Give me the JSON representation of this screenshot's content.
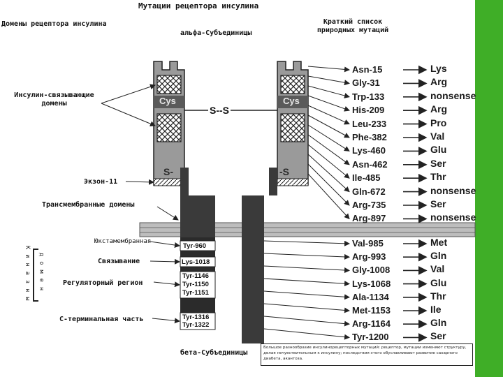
{
  "title": "Мутации рецептора инсулина",
  "labels": {
    "domains": "Домены рецептора инсулина",
    "alpha": "альфа-Субъединицы",
    "short_list": "Краткий список природных мутаций",
    "binding_domains": "Инсулин-связывающие домены",
    "exon11": "Экзон-11",
    "transmembrane": "Трансмембранные домены",
    "juxtamembrane": "Юкстамембранная",
    "binding": "Связывание",
    "regulatory": "Регуляторный регион",
    "c_terminal": "С-терминальная часть",
    "beta": "бета-Субъединицы",
    "kinase_left": "К и н а з н ы",
    "kinase_right": "д о м е н",
    "cys": "Cys",
    "ss_bridge": "S--S",
    "s_left": "S-",
    "s_right": "-S"
  },
  "beta_residues": [
    "Tyr-960",
    "Lys-1018",
    "Tyr-1146",
    "Tyr-1150",
    "Tyr-1151",
    "Tyr-1316",
    "Tyr-1322"
  ],
  "mutations_alpha": [
    {
      "site": "Asn-15",
      "result": "Lys"
    },
    {
      "site": "Gly-31",
      "result": "Arg"
    },
    {
      "site": "Trp-133",
      "result": "nonsense"
    },
    {
      "site": "His-209",
      "result": "Arg"
    },
    {
      "site": "Leu-233",
      "result": "Pro"
    },
    {
      "site": "Phe-382",
      "result": "Val"
    },
    {
      "site": "Lys-460",
      "result": "Glu"
    },
    {
      "site": "Asn-462",
      "result": "Ser"
    },
    {
      "site": "Ile-485",
      "result": "Thr"
    },
    {
      "site": "Gln-672",
      "result": "nonsense"
    },
    {
      "site": "Arg-735",
      "result": "Ser"
    },
    {
      "site": "Arg-897",
      "result": "nonsense"
    }
  ],
  "mutations_beta": [
    {
      "site": "Val-985",
      "result": "Met"
    },
    {
      "site": "Arg-993",
      "result": "Gln"
    },
    {
      "site": "Gly-1008",
      "result": "Val"
    },
    {
      "site": "Lys-1068",
      "result": "Glu"
    },
    {
      "site": "Ala-1134",
      "result": "Thr"
    },
    {
      "site": "Met-1153",
      "result": "Ile"
    },
    {
      "site": "Arg-1164",
      "result": "Gln"
    },
    {
      "site": "Tyr-1200",
      "result": "Ser"
    }
  ],
  "note": "Большое разнообразие инсулинорецепторных мутаций: рецептор, мутации изменяют структуру, делая нечувствительным к инсулину; последствия этого обуславливают развитие сахарного диабета, акантоза.",
  "colors": {
    "accent": "#3fae27",
    "dark": "#2a2a2a",
    "mid": "#555555",
    "light": "#c8c8c8"
  }
}
